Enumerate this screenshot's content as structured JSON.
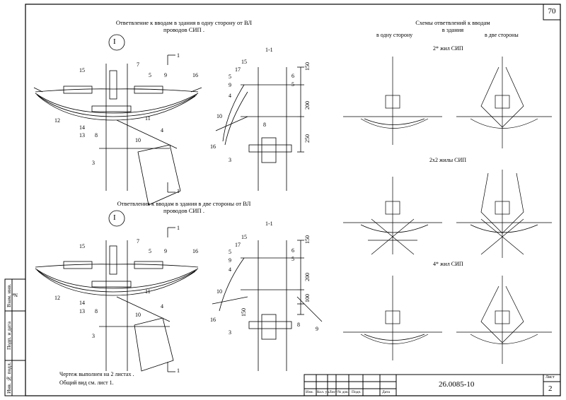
{
  "sheet": {
    "page_number": "70",
    "doc_code": "26.0085-10",
    "sheet_label": "Лист",
    "sheet_number": "2"
  },
  "side_stamp": [
    "Взам. инв. №",
    "Подп. и дата",
    "Инв. № подл."
  ],
  "stamp_cols": [
    "Изм.",
    "Кол. уч.",
    "Лист",
    "№ док.",
    "Подп.",
    "Дата"
  ],
  "top_view": {
    "title": "Ответвление к вводам в здания в одну сторону от ВЛ",
    "title_line2": "проводов СИП .",
    "marker": "I",
    "section_mark": "1",
    "labels": [
      "15",
      "7",
      "5",
      "9",
      "16",
      "12",
      "14",
      "13",
      "8",
      "11",
      "4",
      "10",
      "3"
    ]
  },
  "top_section": {
    "title": "1-1",
    "labels": [
      "15",
      "17",
      "5",
      "9",
      "4",
      "10",
      "16",
      "3",
      "6",
      "5",
      "8"
    ],
    "dims": [
      "150",
      "200",
      "250"
    ]
  },
  "bottom_view": {
    "title": "Ответвления к вводам в здания в две стороны от ВЛ",
    "title_line2": "проводов СИП .",
    "marker": "I",
    "section_mark": "1",
    "labels": [
      "15",
      "7",
      "5",
      "9",
      "16",
      "12",
      "14",
      "13",
      "8",
      "11",
      "4",
      "10",
      "3"
    ]
  },
  "bottom_section": {
    "title": "1-1",
    "labels": [
      "15",
      "17",
      "5",
      "9",
      "4",
      "10",
      "16",
      "3",
      "6",
      "5",
      "8",
      "9"
    ],
    "dims": [
      "150",
      "200",
      "100",
      "150"
    ]
  },
  "schemes": {
    "title": "Схемы ответвлений к вводам",
    "title_line2": "в здания",
    "col_left": "в одну сторону",
    "col_right": "в две стороны",
    "row1": "2* жил СИП",
    "row2": "2х2 жилы СИП",
    "row3": "4* жил СИП"
  },
  "note": {
    "line1": "Чертеж выполнен на 2 листах .",
    "line2": "Общий вид см. лист 1."
  }
}
